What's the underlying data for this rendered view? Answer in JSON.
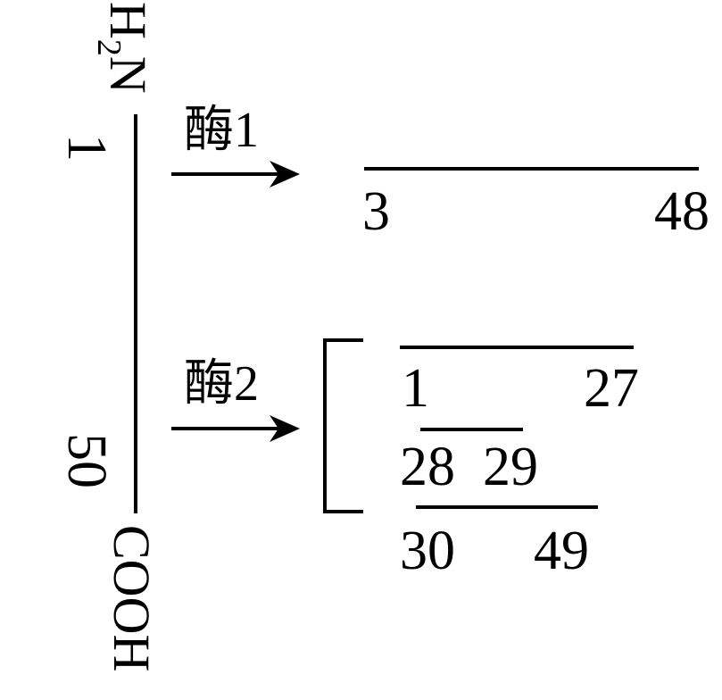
{
  "original_peptide": {
    "n_terminus": "H2N",
    "n_terminus_parts": {
      "H": "H",
      "sub": "2",
      "N": "N"
    },
    "c_terminus": "COOH",
    "start_position": "1",
    "end_position": "50"
  },
  "enzyme1": {
    "label": "酶1",
    "products": [
      {
        "start": "3",
        "end": "48"
      }
    ]
  },
  "enzyme2": {
    "label": "酶2",
    "products": [
      {
        "start": "1",
        "end": "27"
      },
      {
        "start": "28",
        "end": "29"
      },
      {
        "start": "30",
        "end": "49"
      }
    ]
  },
  "colors": {
    "line": "#000000",
    "background": "#ffffff"
  }
}
